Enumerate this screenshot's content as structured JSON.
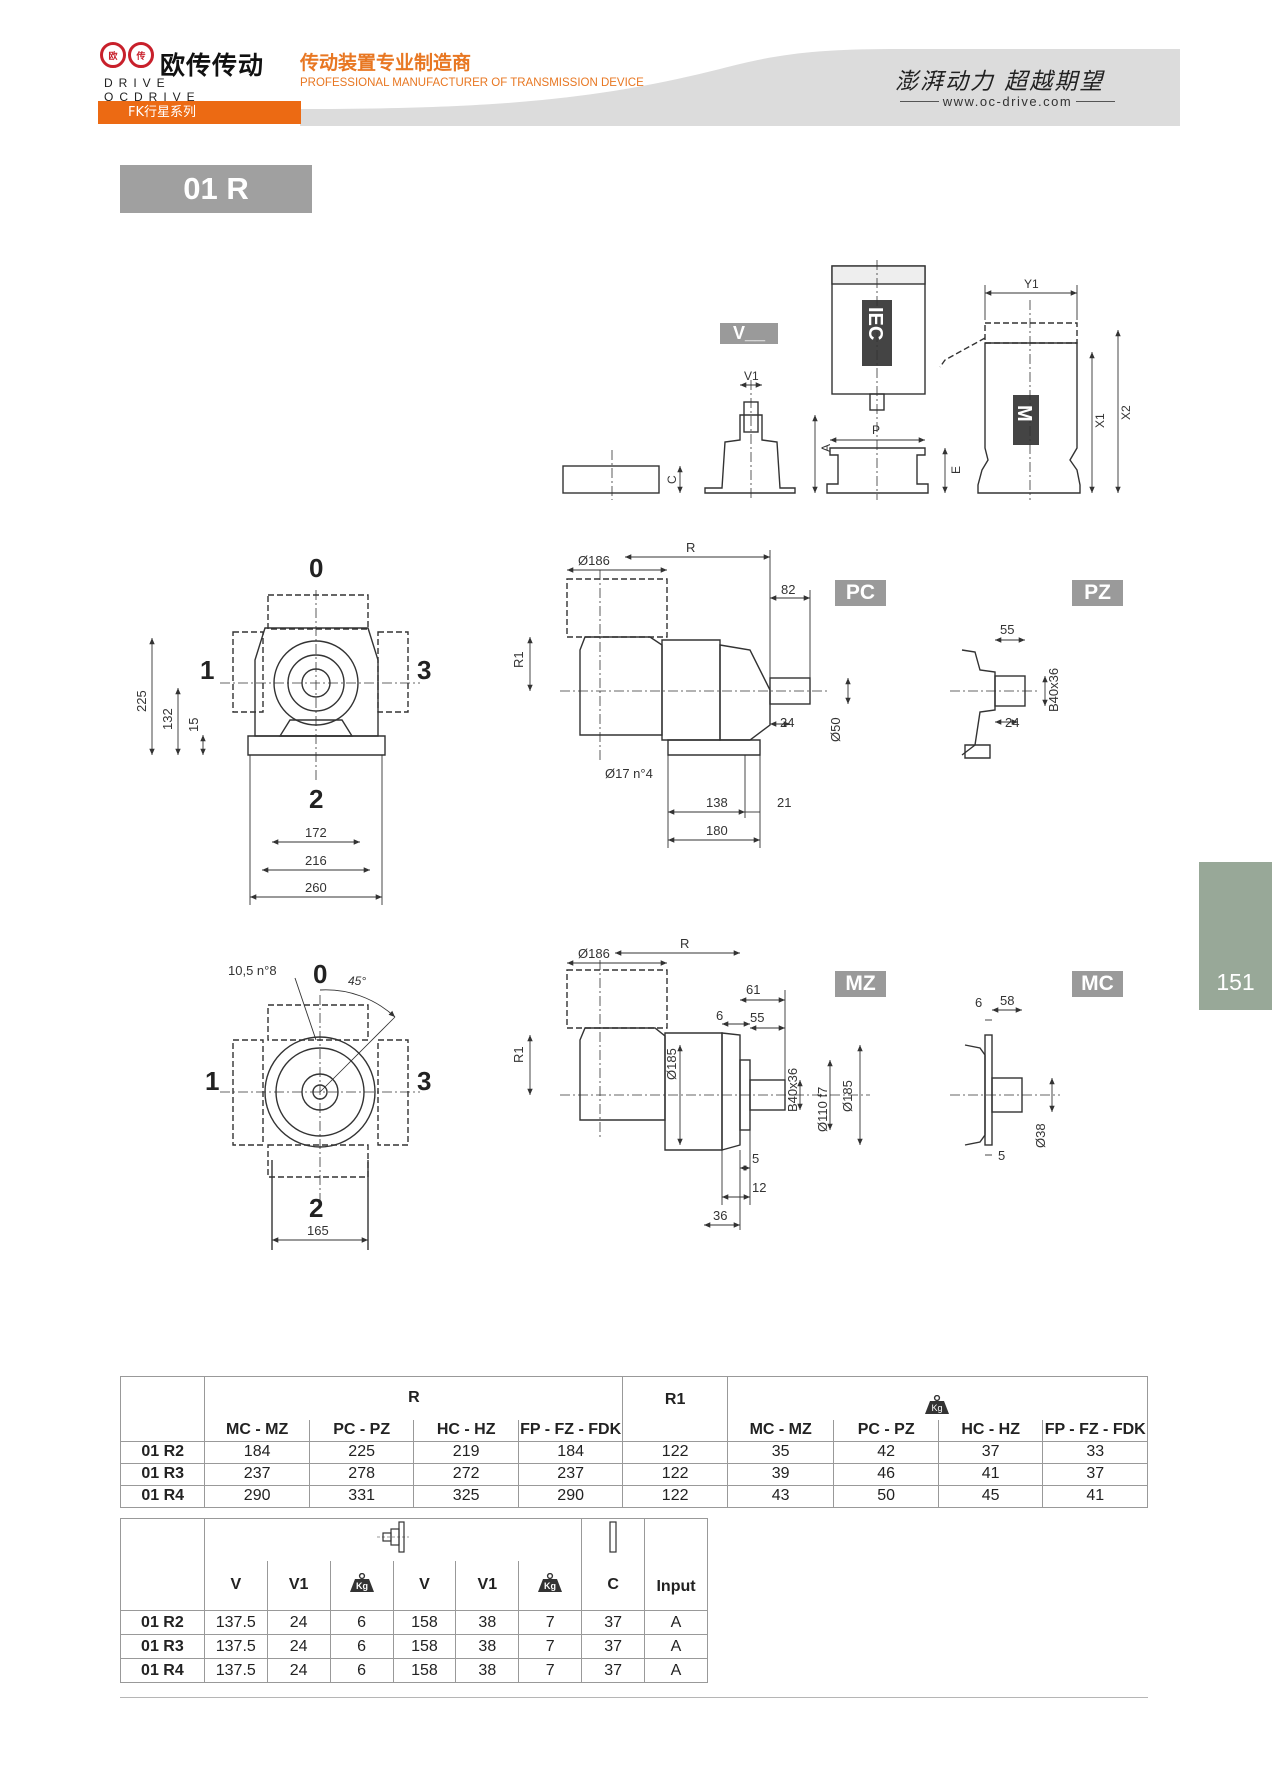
{
  "header": {
    "brand_cn": "欧传传动",
    "brand_en": "DRIVE OCDRIVE",
    "logo_chars": [
      "欧",
      "传"
    ],
    "tagline_cn": "传动装置专业制造商",
    "tagline_en": "PROFESSIONAL MANUFACTURER OF TRANSMISSION DEVICE",
    "slogan": "澎湃动力 超越期望",
    "website": "www.oc-drive.com",
    "series": "FK行星系列"
  },
  "model_title": "01 R",
  "page_number": "151",
  "badges": {
    "v": "V__",
    "pc": "PC",
    "pz": "PZ",
    "mz": "MZ",
    "mc": "MC"
  },
  "drawing_labels": {
    "motor_iec": "IEC",
    "motor_m": "M",
    "dims_top": {
      "v1": "V1",
      "a": "A",
      "c": "C",
      "p": "P",
      "e": "E",
      "y1": "Y1",
      "x1": "X1",
      "x2": "X2"
    },
    "positions": {
      "p0": "0",
      "p1": "1",
      "p2": "2",
      "p3": "3"
    },
    "front1": {
      "h225": "225",
      "h132": "132",
      "h15": "15",
      "w172": "172",
      "w216": "216",
      "w260": "260"
    },
    "side1": {
      "phi186": "Ø186",
      "r": "R",
      "r1": "R1",
      "d82": "82",
      "d24": "24",
      "phi50": "Ø50",
      "holes": "Ø17 n°4",
      "d138": "138",
      "d21": "21",
      "d180": "180"
    },
    "pz": {
      "d55": "55",
      "key": "B40x36",
      "d24": "24"
    },
    "front2": {
      "holes": "10,5 n°8",
      "angle": "45°",
      "w165": "165"
    },
    "side2": {
      "phi186": "Ø186",
      "r": "R",
      "r1": "R1",
      "phi185": "Ø185",
      "d61": "61",
      "d6": "6",
      "d55": "55",
      "key": "B40x36",
      "phi110": "Ø110 f7",
      "phi185b": "Ø185",
      "d5": "5",
      "d12": "12",
      "d36": "36"
    },
    "mc": {
      "d6": "6",
      "d58": "58",
      "phi38": "Ø38",
      "d5": "5"
    }
  },
  "table1": {
    "group_r": "R",
    "group_r1": "R1",
    "cols": [
      "MC - MZ",
      "PC - PZ",
      "HC - HZ",
      "FP - FZ - FDK"
    ],
    "weight_icon": "weight-kg",
    "weight_label": "Kg",
    "rows": [
      {
        "model": "01 R2",
        "r": [
          "184",
          "225",
          "219",
          "184"
        ],
        "r1": "122",
        "kg": [
          "35",
          "42",
          "37",
          "33"
        ]
      },
      {
        "model": "01 R3",
        "r": [
          "237",
          "278",
          "272",
          "237"
        ],
        "r1": "122",
        "kg": [
          "39",
          "46",
          "41",
          "37"
        ]
      },
      {
        "model": "01 R4",
        "r": [
          "290",
          "331",
          "325",
          "290"
        ],
        "r1": "122",
        "kg": [
          "43",
          "50",
          "45",
          "41"
        ]
      }
    ]
  },
  "table2": {
    "cols": [
      "V",
      "V1",
      "V",
      "V1",
      "C",
      "Input"
    ],
    "weight_label": "Kg",
    "rows": [
      {
        "model": "01 R2",
        "v": "137.5",
        "v1": "24",
        "kg": "6",
        "v_b": "158",
        "v1_b": "38",
        "kg_b": "7",
        "c": "37",
        "input": "A"
      },
      {
        "model": "01 R3",
        "v": "137.5",
        "v1": "24",
        "kg": "6",
        "v_b": "158",
        "v1_b": "38",
        "kg_b": "7",
        "c": "37",
        "input": "A"
      },
      {
        "model": "01 R4",
        "v": "137.5",
        "v1": "24",
        "kg": "6",
        "v_b": "158",
        "v1_b": "38",
        "kg_b": "7",
        "c": "37",
        "input": "A"
      }
    ]
  }
}
